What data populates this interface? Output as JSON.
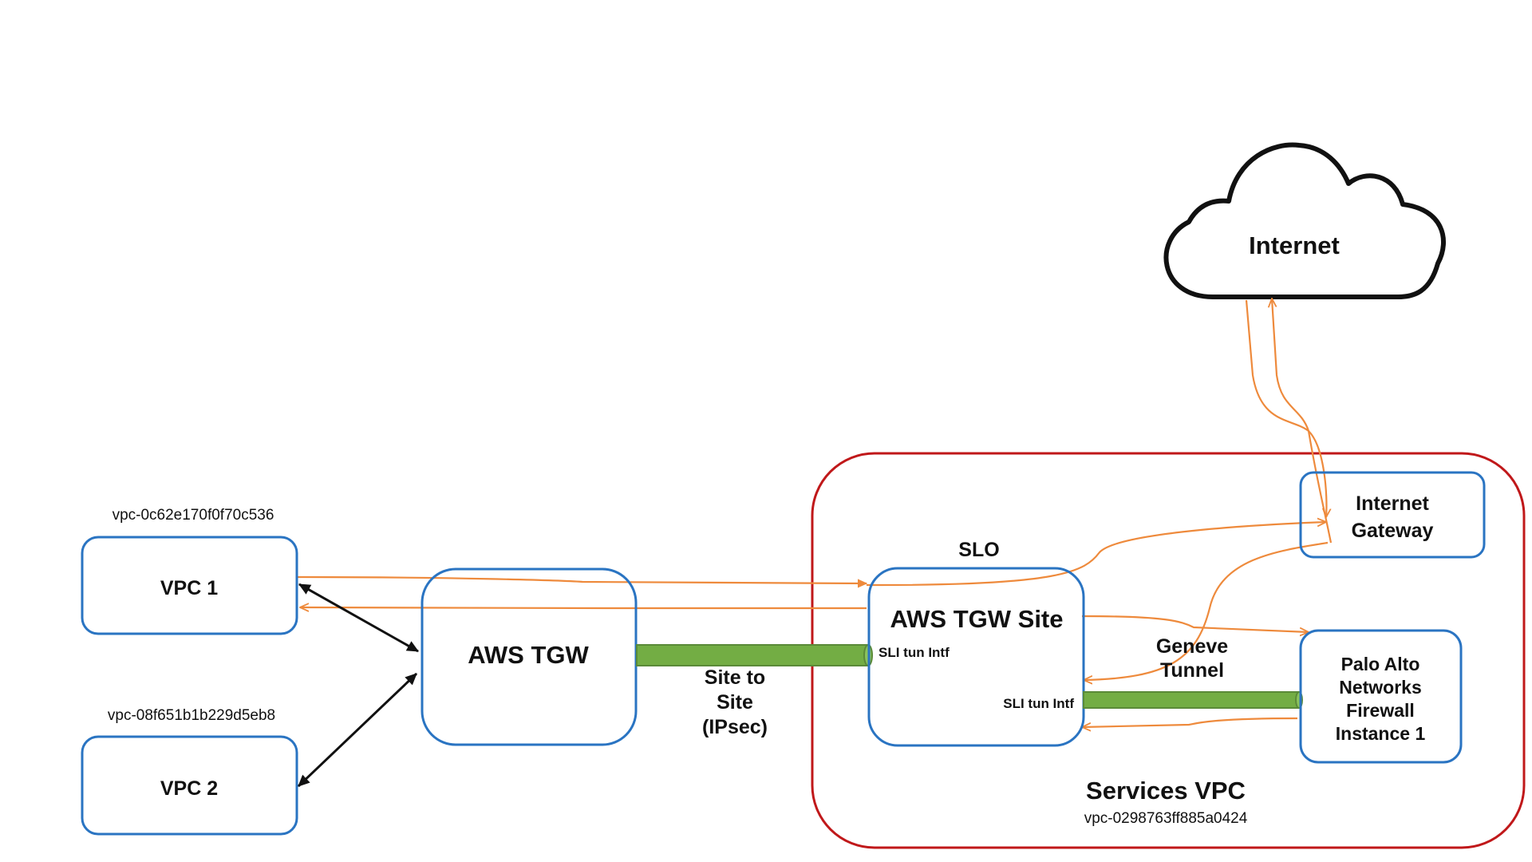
{
  "colors": {
    "box_stroke": "#2a74c2",
    "services_vpc_stroke": "#c0181a",
    "flow_arrow": "#ee8a3c",
    "control_arrow": "#111111",
    "tunnel_fill": "#73ad44",
    "tunnel_stroke": "#5a8a38",
    "cloud_stroke": "#111111"
  },
  "internet": {
    "label": "Internet",
    "icon": "cloud-icon"
  },
  "vpc1": {
    "id": "vpc-0c62e170f0f70c536",
    "label": "VPC 1"
  },
  "vpc2": {
    "id": "vpc-08f651b1b229d5eb8",
    "label": "VPC 2"
  },
  "aws_tgw": {
    "label": "AWS TGW"
  },
  "site_to_site": {
    "line1": "Site to",
    "line2": "Site",
    "line3": "(IPsec)"
  },
  "services_vpc": {
    "label": "Services VPC",
    "id": "vpc-0298763ff885a0424",
    "slo_label": "SLO",
    "tgw_site": {
      "label": "AWS TGW Site",
      "sli_left": "SLI tun Intf",
      "sli_right": "SLI tun Intf"
    },
    "internet_gateway": {
      "line1": "Internet",
      "line2": "Gateway"
    },
    "geneve": {
      "line1": "Geneve",
      "line2": "Tunnel"
    },
    "firewall": {
      "line1": "Palo Alto",
      "line2": "Networks",
      "line3": "Firewall",
      "line4": "Instance 1"
    }
  }
}
